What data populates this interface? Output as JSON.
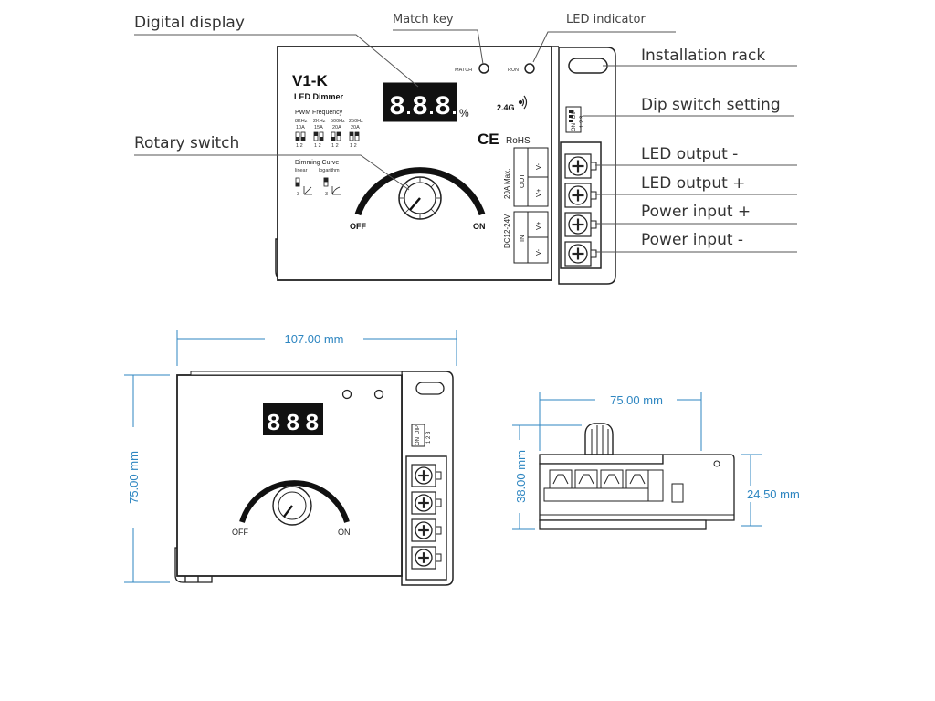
{
  "callouts": {
    "digital_display": "Digital display",
    "match_key": "Match key",
    "led_indicator": "LED indicator",
    "installation_rack": "Installation rack",
    "dip_switch_setting": "Dip switch setting",
    "rotary_switch": "Rotary switch",
    "led_output_minus": "LED output -",
    "led_output_plus": "LED output +",
    "power_input_plus": "Power input +",
    "power_input_minus": "Power input -"
  },
  "device": {
    "model": "V1-K",
    "subtitle": "LED Dimmer",
    "percent": "%",
    "wireless": "2.4G",
    "ce": "CE",
    "rohs": "RoHS",
    "match_label": "MATCH",
    "run_label": "RUN",
    "off_label": "OFF",
    "on_label": "ON",
    "pwm_title": "PWM Frequency",
    "pwm_options": [
      {
        "freq": "8KHz",
        "current": "10A"
      },
      {
        "freq": "2KHz",
        "current": "15A"
      },
      {
        "freq": "500Hz",
        "current": "20A"
      },
      {
        "freq": "250Hz",
        "current": "20A"
      }
    ],
    "dip_numbers_12": "1 2",
    "curve_title": "Dimming Curve",
    "curve_linear": "linear",
    "curve_log": "logarithm",
    "dip_3": "3",
    "out_label": "OUT",
    "in_label": "IN",
    "v_minus": "V-",
    "v_plus": "V+",
    "max_rating": "20A Max.",
    "input_rating": "DC12-24V",
    "dip_on": "ON",
    "dip_dip": "DIP",
    "dip_nums": "1 2 3"
  },
  "dimensions": {
    "width_front": "107.00 mm",
    "height_front": "75.00 mm",
    "width_side": "75.00 mm",
    "height_side": "38.00 mm",
    "height_side_body": "24.50 mm"
  }
}
